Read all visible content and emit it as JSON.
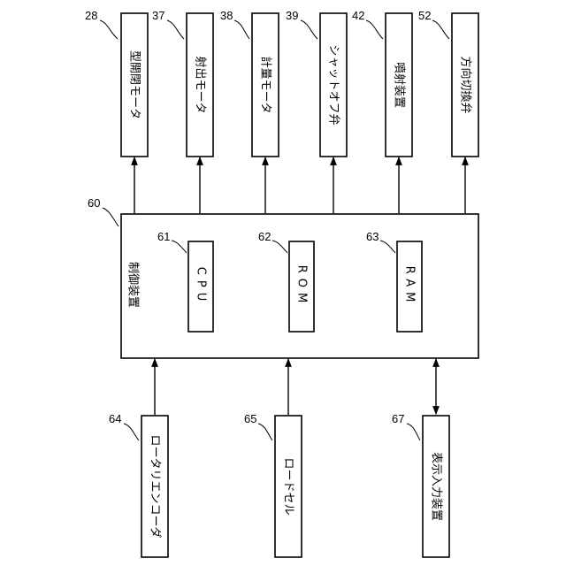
{
  "outputs": [
    {
      "ref": "28",
      "label": "型開閉モータ"
    },
    {
      "ref": "37",
      "label": "射出モータ"
    },
    {
      "ref": "38",
      "label": "計量モータ"
    },
    {
      "ref": "39",
      "label": "シャットオフ弁"
    },
    {
      "ref": "42",
      "label": "噴射装置"
    },
    {
      "ref": "52",
      "label": "方向切換弁"
    }
  ],
  "controller": {
    "ref": "60",
    "label": "制御装置",
    "units": [
      {
        "ref": "61",
        "label": "CPU"
      },
      {
        "ref": "62",
        "label": "ROM"
      },
      {
        "ref": "63",
        "label": "RAM"
      }
    ]
  },
  "inputs": [
    {
      "ref": "64",
      "label": "ロータリエンコーダ",
      "link": "to-controller"
    },
    {
      "ref": "65",
      "label": "ロードセル",
      "link": "to-controller"
    },
    {
      "ref": "67",
      "label": "表示入力装置",
      "link": "bidirectional"
    }
  ]
}
